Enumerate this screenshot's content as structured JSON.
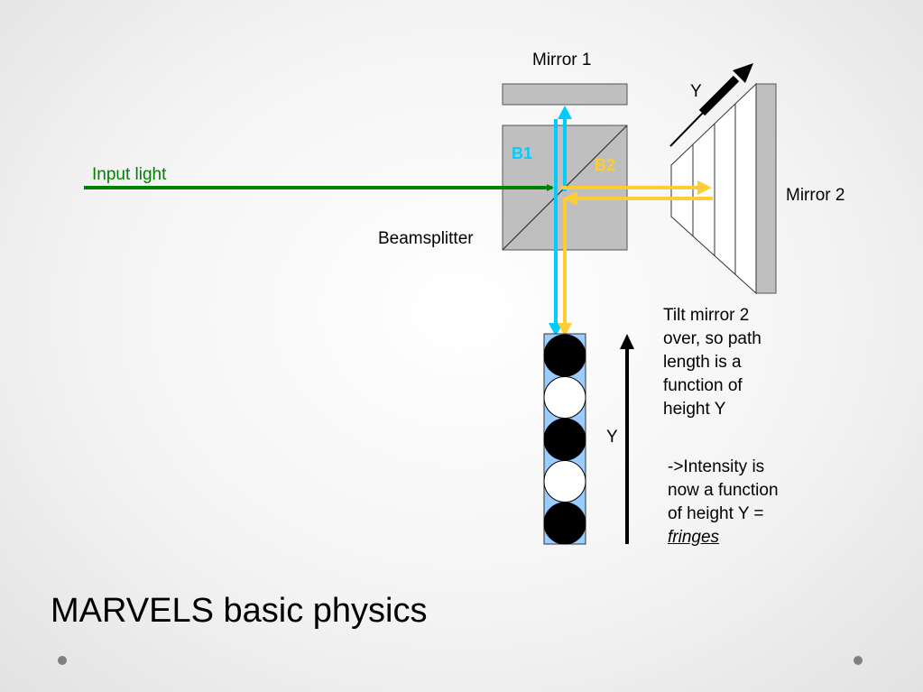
{
  "slide": {
    "title": "MARVELS basic physics",
    "accent_colors": {
      "input_light": "#008000",
      "beam_b1": "#00ccff",
      "beam_b2": "#ffcc33",
      "optic_gray": "#bfbfbf",
      "detector_blue": "#99ccff"
    }
  },
  "labels": {
    "mirror1": "Mirror 1",
    "mirror2": "Mirror 2",
    "beamsplitter": "Beamsplitter",
    "input_light": "Input light",
    "b1": "B1",
    "b2": "B2",
    "y_tilt": "Y",
    "y_axis": "Y"
  },
  "notes": {
    "tilt": [
      "Tilt mirror 2",
      "over, so path",
      "length is a",
      "function of",
      "height Y"
    ],
    "intensity": [
      "->Intensity is",
      "now a function",
      "of height Y =",
      "fringes"
    ]
  },
  "fringes": [
    "dark",
    "light",
    "dark",
    "light",
    "dark"
  ]
}
